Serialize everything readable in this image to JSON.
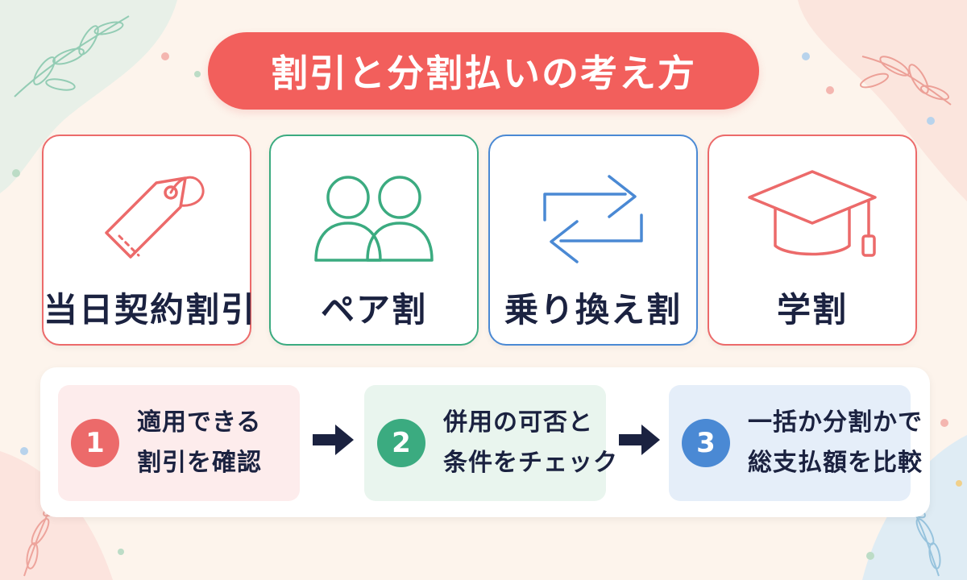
{
  "title": "割引と分割払いの考え方",
  "colors": {
    "title_pill": "#f25f5c",
    "red": "#ec6a6a",
    "green": "#3bab80",
    "blue": "#4a89d4",
    "navy": "#1b2240",
    "step1_bg": "#fdecec",
    "step2_bg": "#e9f5ee",
    "step3_bg": "#e5eef9"
  },
  "discount_cards": [
    {
      "label": "当日契約割引",
      "icon": "price-tag-icon",
      "color": "#ec6a6a"
    },
    {
      "label": "ペア割",
      "icon": "two-people-icon",
      "color": "#3bab80"
    },
    {
      "label": "乗り換え割",
      "icon": "swap-arrows-icon",
      "color": "#4a89d4"
    },
    {
      "label": "学割",
      "icon": "graduation-cap-icon",
      "color": "#ec6a6a"
    }
  ],
  "steps": [
    {
      "number": "1",
      "line1": "適用できる",
      "line2": "割引を確認"
    },
    {
      "number": "2",
      "line1": "併用の可否と",
      "line2": "条件をチェック"
    },
    {
      "number": "3",
      "line1": "一括か分割かで",
      "line2": "総支払額を比較"
    }
  ],
  "arrow_icon": "right-arrow-icon"
}
